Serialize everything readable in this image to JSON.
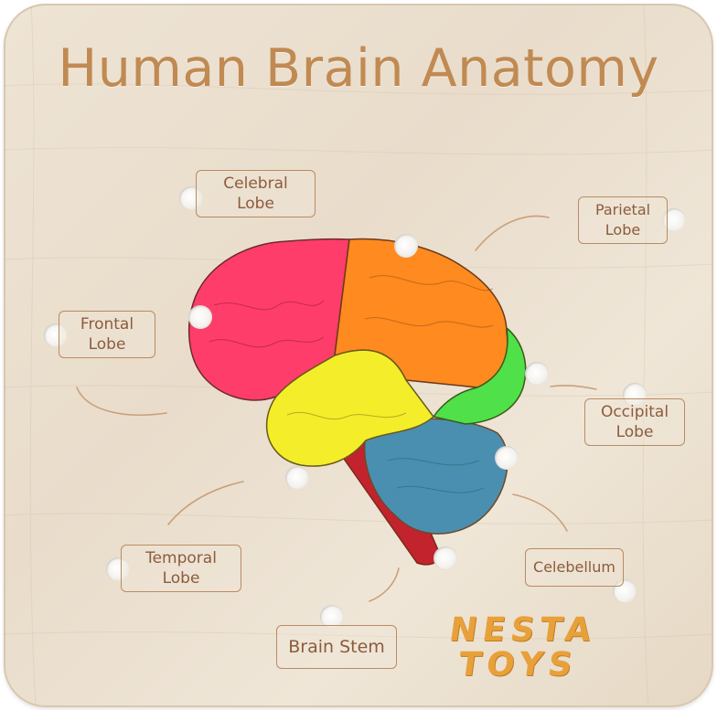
{
  "title": "Human Brain Anatomy",
  "labels": {
    "celebral": "Celebral\nLobe",
    "parietal": "Parietal\nLobe",
    "frontal": "Frontal\nLobe",
    "occipital": "Occipital\nLobe",
    "temporal": "Temporal\nLobe",
    "celebellum": "Celebellum",
    "brain_stem": "Brain Stem"
  },
  "logo": {
    "line1": "NESTA",
    "line2": "TOYS"
  },
  "colors": {
    "frontal_piece": "#ff3d6a",
    "parietal_piece": "#ff8a1f",
    "temporal_piece": "#f4ee2a",
    "occipital_piece": "#4fe04a",
    "cerebellum_piece": "#4a8fb0",
    "brainstem_piece": "#c3232d",
    "engraving": "#b98b63",
    "logo": "#e8a13a"
  }
}
